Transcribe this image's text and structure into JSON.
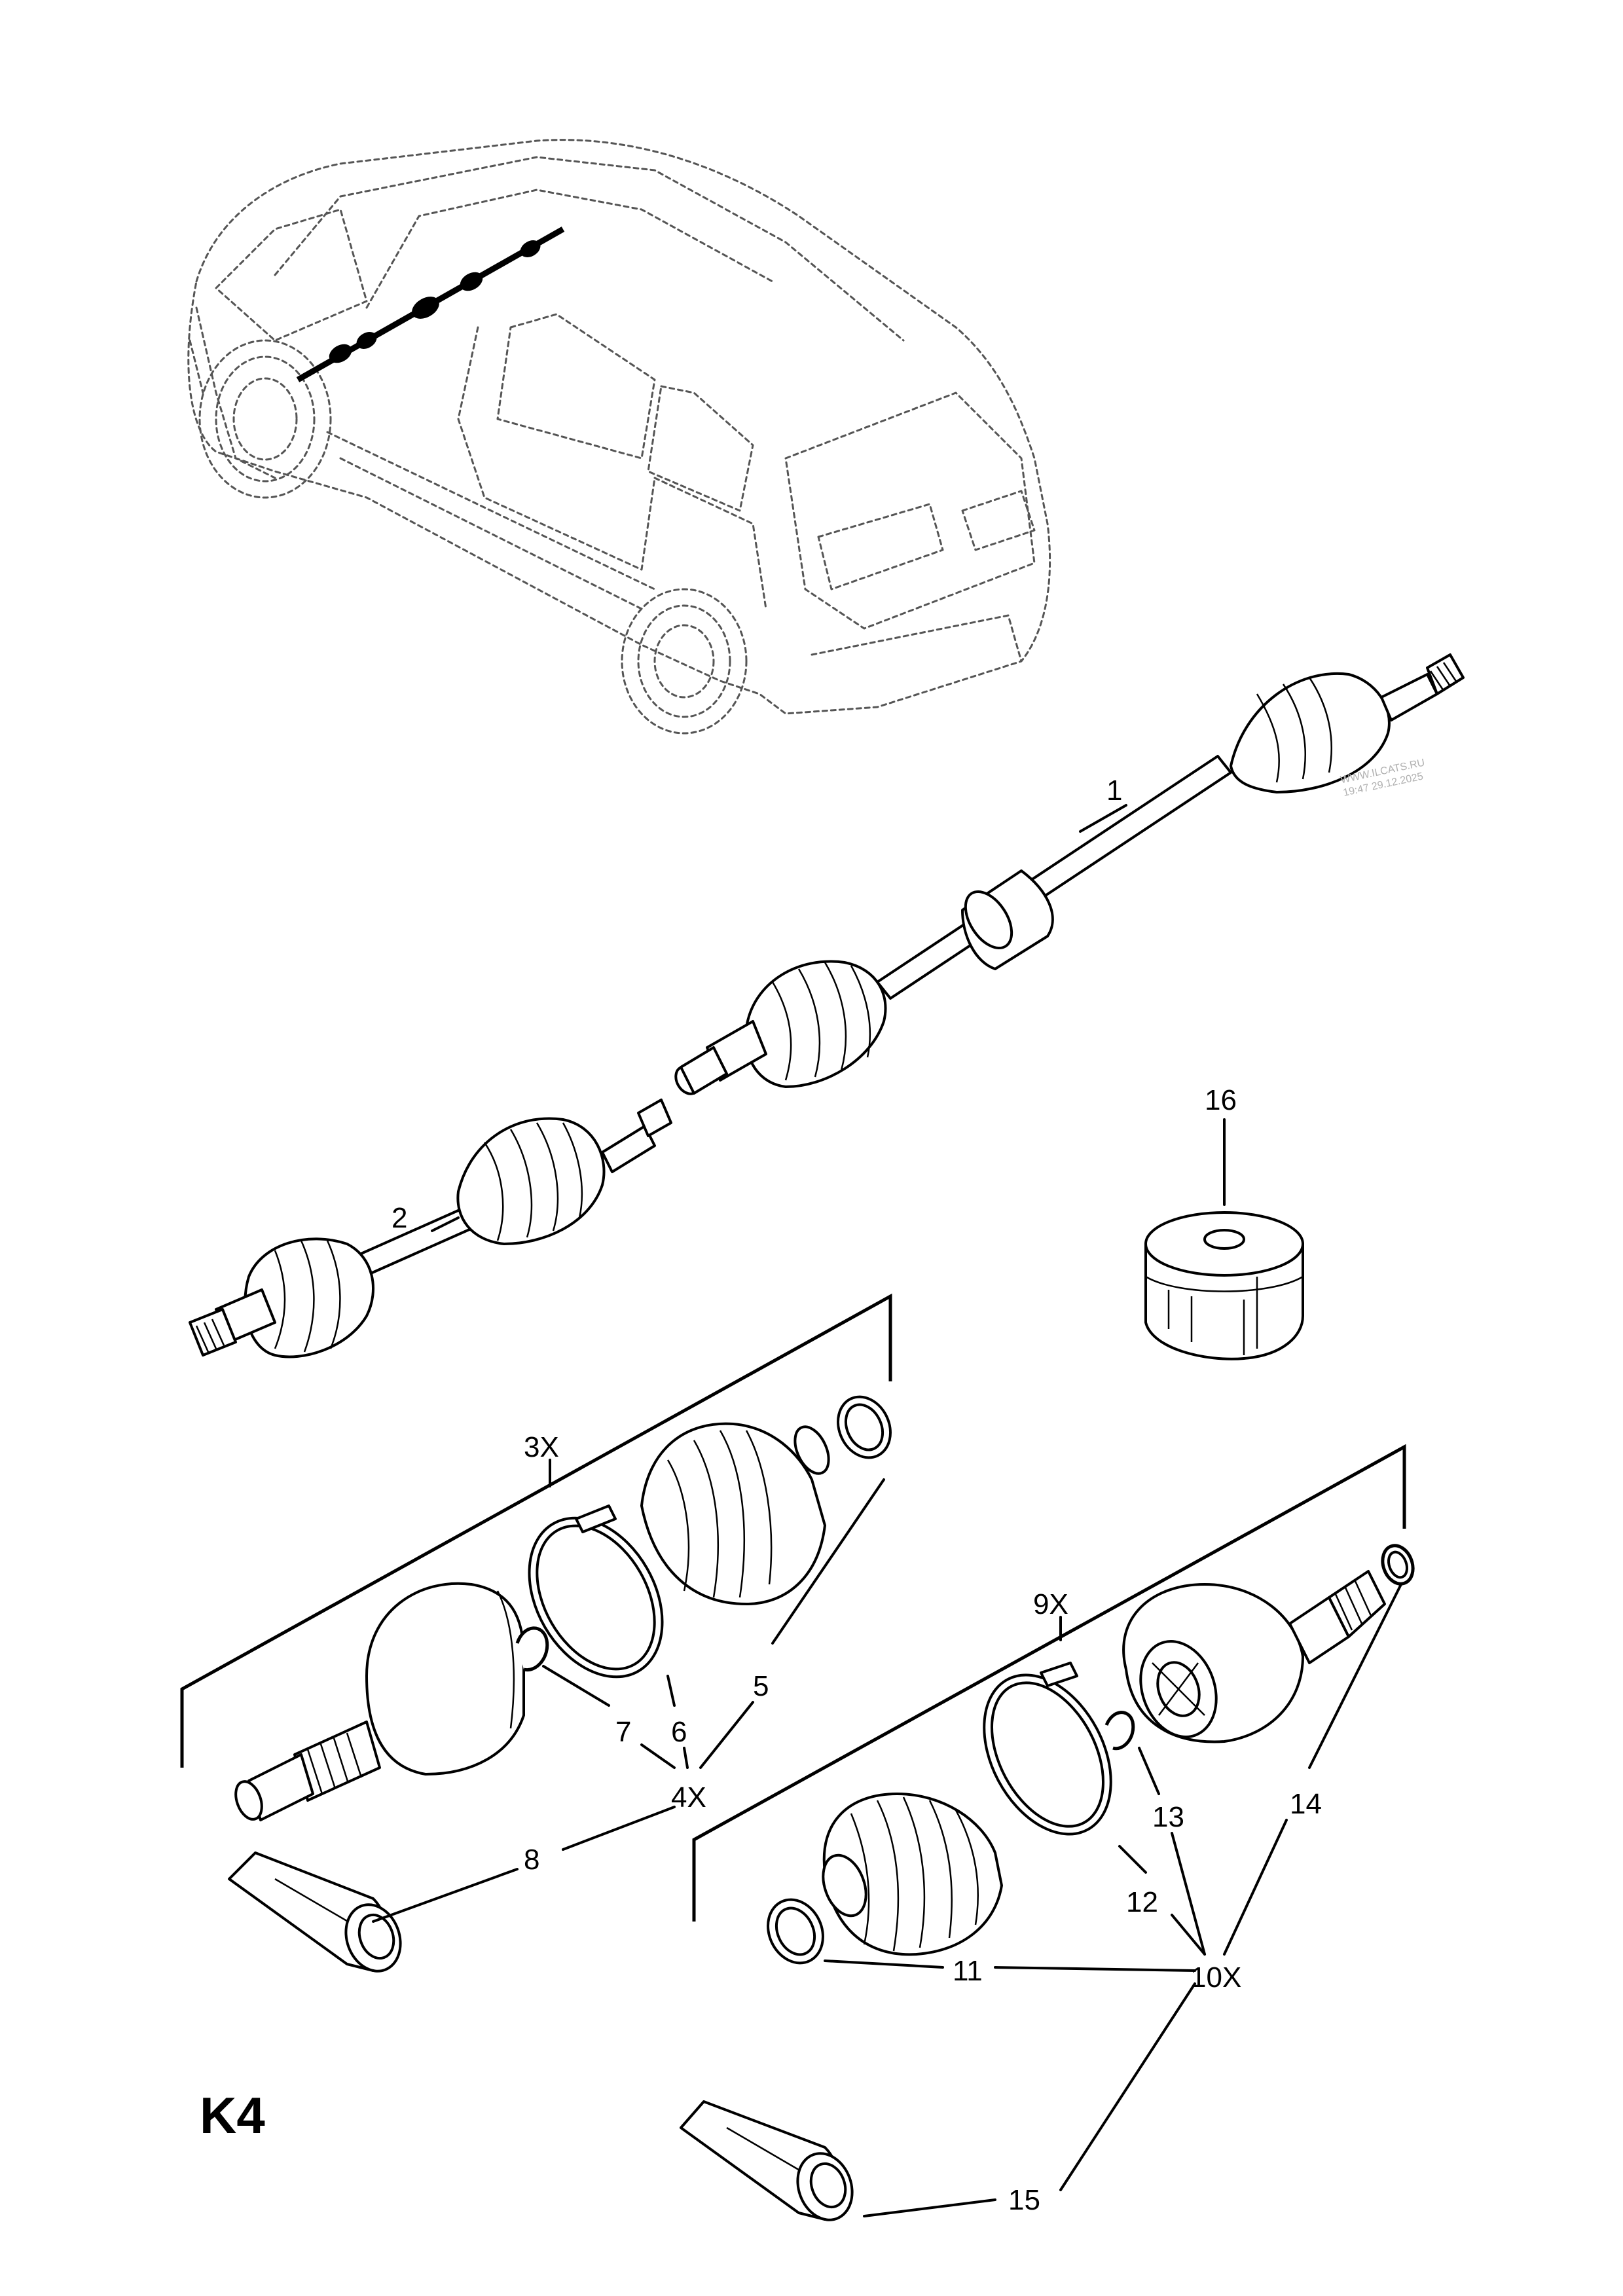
{
  "page_code": "K4",
  "watermark": [
    "WWW.ILCATS.RU",
    "19:47 29.12.2025"
  ],
  "callouts": {
    "c1": "1",
    "c2": "2",
    "c3x": "3X",
    "c4x": "4X",
    "c5": "5",
    "c6": "6",
    "c7": "7",
    "c8": "8",
    "c9x": "9X",
    "c10x": "10X",
    "c11": "11",
    "c12": "12",
    "c13": "13",
    "c14": "14",
    "c15": "15",
    "c16": "16"
  }
}
